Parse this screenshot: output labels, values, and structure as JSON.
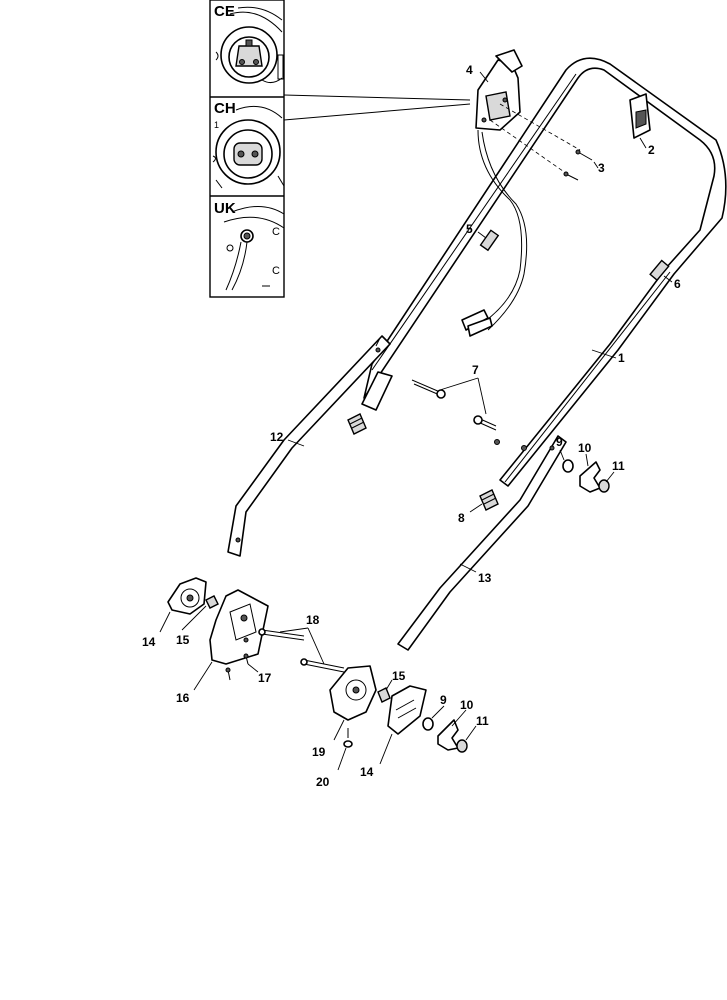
{
  "inset_labels": [
    "CE",
    "CH",
    "UK"
  ],
  "callouts": [
    "1",
    "2",
    "3",
    "4",
    "5",
    "6",
    "7",
    "8",
    "9",
    "10",
    "11",
    "12",
    "13",
    "14",
    "15",
    "16",
    "17",
    "18",
    "19",
    "20",
    "14",
    "15",
    "9",
    "10",
    "11"
  ]
}
